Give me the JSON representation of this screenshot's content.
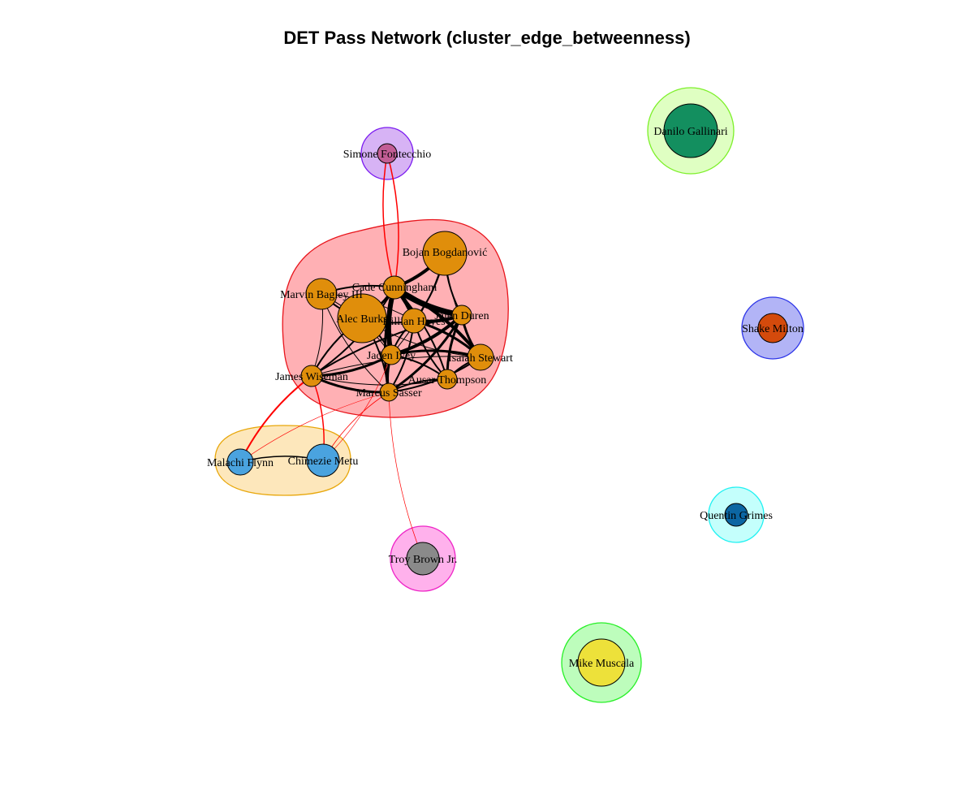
{
  "title": "DET Pass Network (cluster_edge_betweenness)",
  "colors": {
    "main_cluster": "#E08E0B",
    "bench_cluster": "#4AA3DF",
    "intra_edge": "#000000",
    "inter_edge": "#FF0000"
  },
  "clusters": [
    {
      "id": "c1",
      "fill": "#FFB0B4",
      "stroke": "#E8141B"
    },
    {
      "id": "c2",
      "fill": "#FDE7BB",
      "stroke": "#E8A70B"
    },
    {
      "id": "c3",
      "fill": "#D7B3F5",
      "stroke": "#7A1AF0"
    },
    {
      "id": "c4",
      "fill": "#DFFFC2",
      "stroke": "#7DF02A"
    },
    {
      "id": "c5",
      "fill": "#B2B4F6",
      "stroke": "#2E36E8"
    },
    {
      "id": "c6",
      "fill": "#C4FFFC",
      "stroke": "#21F1F2"
    },
    {
      "id": "c7",
      "fill": "#FFB1EC",
      "stroke": "#EE25C7"
    },
    {
      "id": "c8",
      "fill": "#BDFDBC",
      "stroke": "#28F028"
    }
  ],
  "nodes": [
    {
      "id": "bogdanovic",
      "label": "Bojan Bogdanović",
      "color": "#E08E0B",
      "cluster": "c1"
    },
    {
      "id": "cunningham",
      "label": "Cade Cunningham",
      "color": "#E08E0B",
      "cluster": "c1"
    },
    {
      "id": "bagley",
      "label": "Marvin Bagley III",
      "color": "#E08E0B",
      "cluster": "c1"
    },
    {
      "id": "burks",
      "label": "Alec Burks",
      "color": "#E08E0B",
      "cluster": "c1"
    },
    {
      "id": "hayes",
      "label": "Killian Hayes",
      "color": "#E08E0B",
      "cluster": "c1"
    },
    {
      "id": "duren",
      "label": "Jalen Duren",
      "color": "#E08E0B",
      "cluster": "c1"
    },
    {
      "id": "ivey",
      "label": "Jaden Ivey",
      "color": "#E08E0B",
      "cluster": "c1"
    },
    {
      "id": "stewart",
      "label": "Isaiah Stewart",
      "color": "#E08E0B",
      "cluster": "c1"
    },
    {
      "id": "wiseman",
      "label": "James Wiseman",
      "color": "#E08E0B",
      "cluster": "c1"
    },
    {
      "id": "thompson",
      "label": "Ausar Thompson",
      "color": "#E08E0B",
      "cluster": "c1"
    },
    {
      "id": "sasser",
      "label": "Marcus Sasser",
      "color": "#E08E0B",
      "cluster": "c1"
    },
    {
      "id": "flynn",
      "label": "Malachi Flynn",
      "color": "#4AA3DF",
      "cluster": "c2"
    },
    {
      "id": "metu",
      "label": "Chimezie Metu",
      "color": "#4AA3DF",
      "cluster": "c2"
    },
    {
      "id": "fontecchio",
      "label": "Simone Fontecchio",
      "color": "#C25E95",
      "cluster": "c3"
    },
    {
      "id": "gallinari",
      "label": "Danilo Gallinari",
      "color": "#138F5F",
      "cluster": "c4"
    },
    {
      "id": "milton",
      "label": "Shake Milton",
      "color": "#D44A0C",
      "cluster": "c5"
    },
    {
      "id": "grimes",
      "label": "Quentin Grimes",
      "color": "#0C66A3",
      "cluster": "c6"
    },
    {
      "id": "brown",
      "label": "Troy Brown Jr.",
      "color": "#8A8A8A",
      "cluster": "c7"
    },
    {
      "id": "muscala",
      "label": "Mike Muscala",
      "color": "#EDE13A",
      "cluster": "c8"
    }
  ],
  "edges": [
    {
      "s": "cunningham",
      "t": "duren",
      "w": 7
    },
    {
      "s": "cunningham",
      "t": "hayes",
      "w": 5
    },
    {
      "s": "cunningham",
      "t": "ivey",
      "w": 6
    },
    {
      "s": "cunningham",
      "t": "stewart",
      "w": 4
    },
    {
      "s": "cunningham",
      "t": "bogdanovic",
      "w": 4
    },
    {
      "s": "cunningham",
      "t": "burks",
      "w": 3
    },
    {
      "s": "cunningham",
      "t": "bagley",
      "w": 2
    },
    {
      "s": "cunningham",
      "t": "wiseman",
      "w": 2
    },
    {
      "s": "cunningham",
      "t": "sasser",
      "w": 3
    },
    {
      "s": "cunningham",
      "t": "thompson",
      "w": 2
    },
    {
      "s": "bogdanovic",
      "t": "duren",
      "w": 2
    },
    {
      "s": "bogdanovic",
      "t": "hayes",
      "w": 2
    },
    {
      "s": "bogdanovic",
      "t": "stewart",
      "w": 1
    },
    {
      "s": "bogdanovic",
      "t": "ivey",
      "w": 1
    },
    {
      "s": "hayes",
      "t": "duren",
      "w": 4
    },
    {
      "s": "hayes",
      "t": "stewart",
      "w": 3
    },
    {
      "s": "hayes",
      "t": "ivey",
      "w": 2
    },
    {
      "s": "hayes",
      "t": "burks",
      "w": 2
    },
    {
      "s": "hayes",
      "t": "thompson",
      "w": 2
    },
    {
      "s": "hayes",
      "t": "sasser",
      "w": 2
    },
    {
      "s": "duren",
      "t": "stewart",
      "w": 3
    },
    {
      "s": "duren",
      "t": "ivey",
      "w": 4
    },
    {
      "s": "duren",
      "t": "thompson",
      "w": 3
    },
    {
      "s": "duren",
      "t": "sasser",
      "w": 3
    },
    {
      "s": "duren",
      "t": "wiseman",
      "w": 2
    },
    {
      "s": "ivey",
      "t": "stewart",
      "w": 3
    },
    {
      "s": "ivey",
      "t": "sasser",
      "w": 3
    },
    {
      "s": "ivey",
      "t": "wiseman",
      "w": 3
    },
    {
      "s": "ivey",
      "t": "burks",
      "w": 2
    },
    {
      "s": "ivey",
      "t": "thompson",
      "w": 2
    },
    {
      "s": "ivey",
      "t": "bagley",
      "w": 1
    },
    {
      "s": "burks",
      "t": "bagley",
      "w": 2
    },
    {
      "s": "burks",
      "t": "wiseman",
      "w": 2
    },
    {
      "s": "burks",
      "t": "sasser",
      "w": 2
    },
    {
      "s": "burks",
      "t": "stewart",
      "w": 1
    },
    {
      "s": "bagley",
      "t": "wiseman",
      "w": 1
    },
    {
      "s": "bagley",
      "t": "sasser",
      "w": 1
    },
    {
      "s": "bagley",
      "t": "hayes",
      "w": 1
    },
    {
      "s": "wiseman",
      "t": "sasser",
      "w": 3
    },
    {
      "s": "wiseman",
      "t": "stewart",
      "w": 1
    },
    {
      "s": "wiseman",
      "t": "thompson",
      "w": 1
    },
    {
      "s": "sasser",
      "t": "thompson",
      "w": 2
    },
    {
      "s": "sasser",
      "t": "stewart",
      "w": 2
    },
    {
      "s": "thompson",
      "t": "stewart",
      "w": 2
    },
    {
      "s": "wiseman",
      "t": "flynn",
      "w": 2,
      "inter": true
    },
    {
      "s": "wiseman",
      "t": "metu",
      "w": 1.5,
      "inter": true
    },
    {
      "s": "sasser",
      "t": "metu",
      "w": 0.8,
      "inter": true
    },
    {
      "s": "ivey",
      "t": "metu",
      "w": 0.6,
      "inter": true
    },
    {
      "s": "sasser",
      "t": "flynn",
      "w": 0.6,
      "inter": true
    },
    {
      "s": "fontecchio",
      "t": "cunningham",
      "w": 1.5,
      "inter": true
    },
    {
      "s": "sasser",
      "t": "brown",
      "w": 0.7,
      "inter": true
    },
    {
      "s": "flynn",
      "t": "metu",
      "w": 1.5
    }
  ]
}
